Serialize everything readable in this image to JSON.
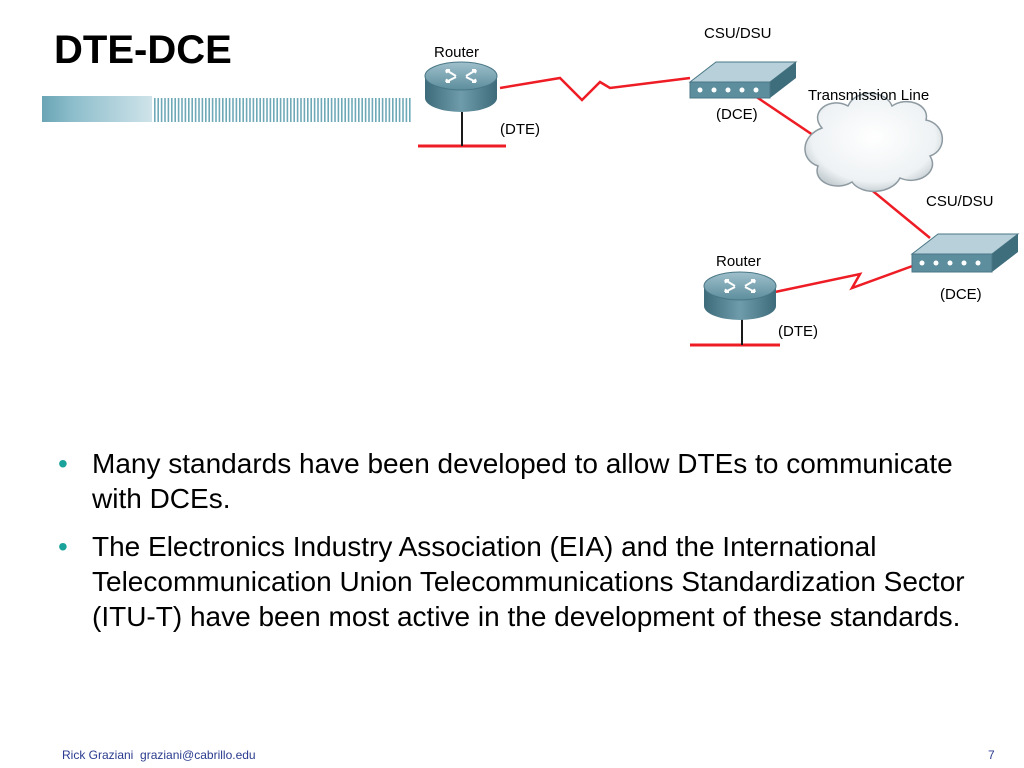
{
  "slide": {
    "title": "DTE-DCE",
    "page_number": "7",
    "footer_author": "Rick Graziani",
    "footer_email": "graziani@cabrillo.edu"
  },
  "diagram": {
    "router_top": {
      "label": "Router",
      "role": "(DTE)"
    },
    "csu_top": {
      "label": "CSU/DSU",
      "role": "(DCE)"
    },
    "cloud": {
      "label": "Transmission Line"
    },
    "csu_bottom": {
      "label": "CSU/DSU",
      "role": "(DCE)"
    },
    "router_bottom": {
      "label": "Router",
      "role": "(DTE)"
    },
    "colors": {
      "link": "#ee1c24",
      "device": "#4f7f8f",
      "bullet": "#1aa39a"
    }
  },
  "bullets": [
    "Many standards have been developed to allow DTEs to communicate with DCEs.",
    "The Electronics Industry Association (EIA) and the International Telecommunication Union Telecommunications Standardization Sector (ITU-T) have been most active in the development of these standards."
  ]
}
